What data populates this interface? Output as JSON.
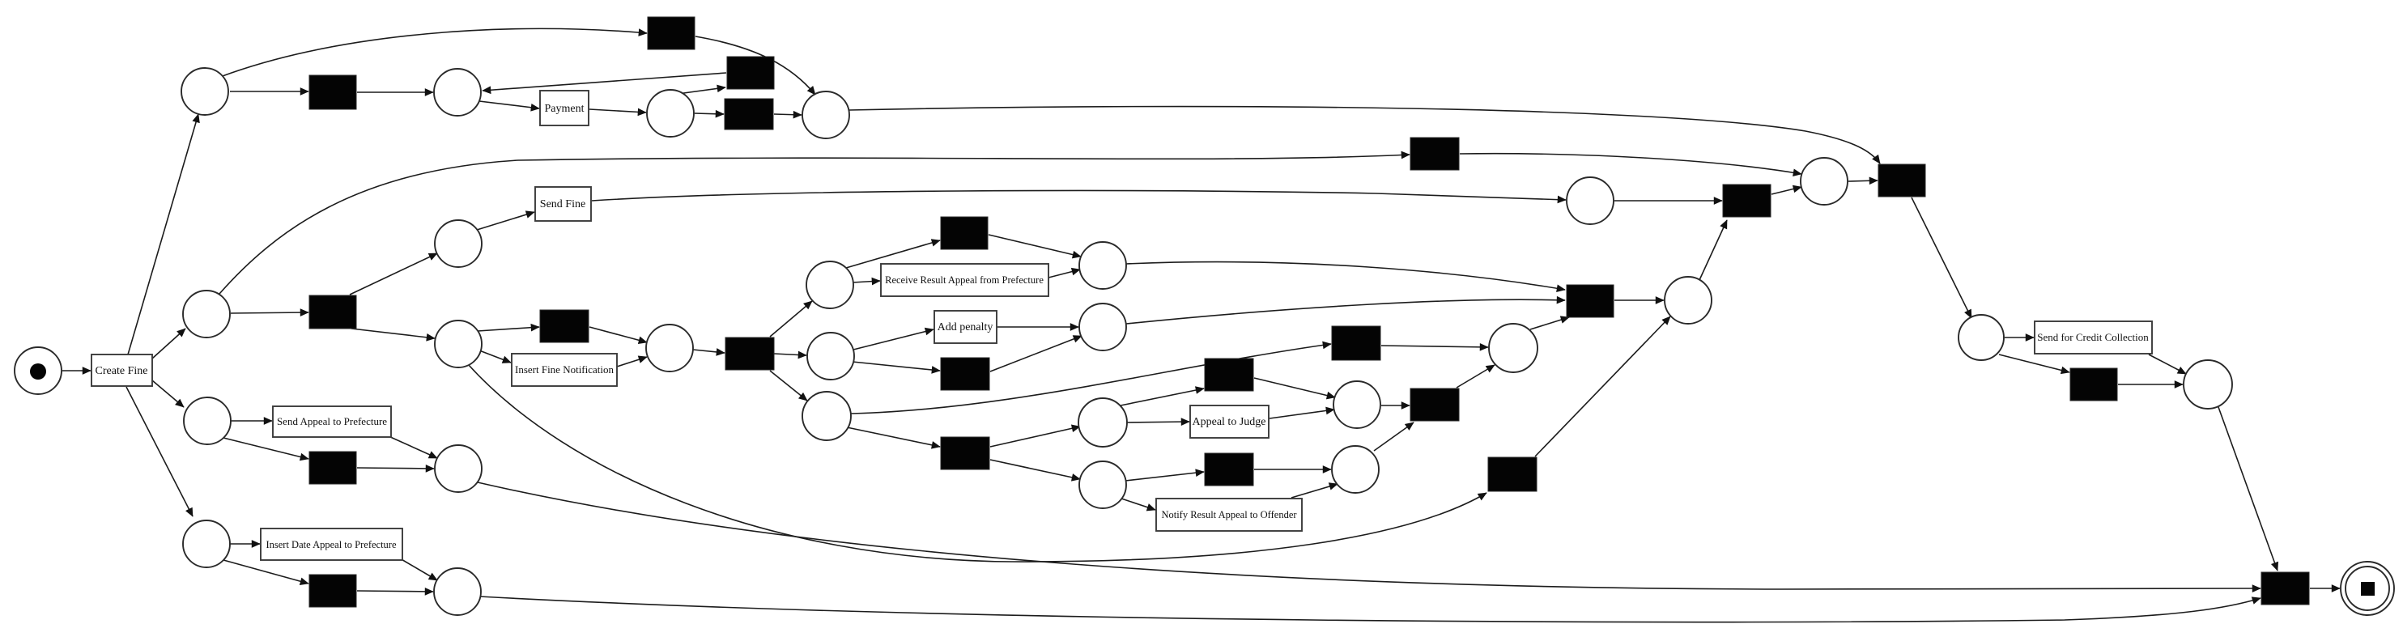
{
  "diagram": {
    "kind": "Petri net process model",
    "background_color": "#ffffff",
    "place_fill": "#ffffff",
    "silent_transition_fill": "#000000",
    "stroke_color": "#000000",
    "counts": {
      "places": 29,
      "silent_transitions": 23,
      "labeled_transitions": 11,
      "arcs": 82
    },
    "start_marker": "token-dot",
    "end_marker": "filled-square"
  },
  "activities": [
    {
      "label": "Create Fine"
    },
    {
      "label": "Payment"
    },
    {
      "label": "Send Fine"
    },
    {
      "label": "Send Appeal to Prefecture"
    },
    {
      "label": "Insert Date Appeal to Prefecture"
    },
    {
      "label": "Insert Fine Notification"
    },
    {
      "label": "Receive Result Appeal from Prefecture"
    },
    {
      "label": "Add penalty"
    },
    {
      "label": "Appeal to Judge"
    },
    {
      "label": "Notify Result Appeal to Offender"
    },
    {
      "label": "Send for Credit Collection"
    }
  ]
}
